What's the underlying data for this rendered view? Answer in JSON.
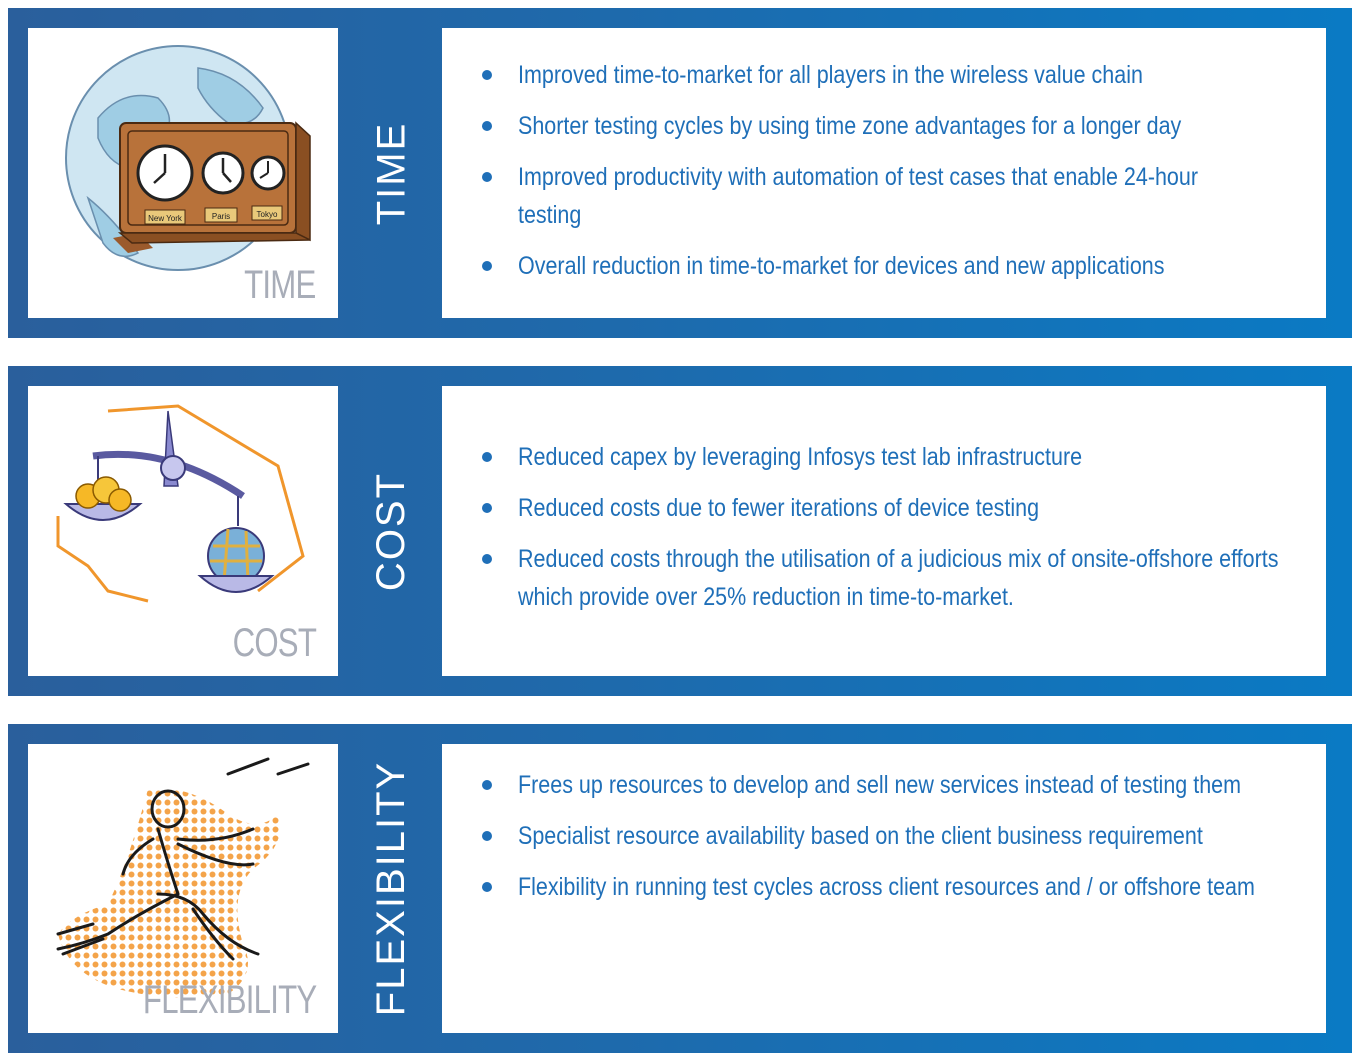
{
  "sections": [
    {
      "id": "time",
      "side_label": "TIME",
      "image_caption": "TIME",
      "clock_labels": [
        "New York",
        "Paris",
        "Tokyo"
      ],
      "points": [
        "Improved time-to-market for all players in the wireless value chain",
        "Shorter testing cycles by using time zone advantages for a longer day",
        "Improved productivity with automation of test cases that enable 24-hour testing",
        "Overall reduction in time-to-market for devices and new applications"
      ]
    },
    {
      "id": "cost",
      "side_label": "COST",
      "image_caption": "COST",
      "points": [
        "Reduced capex by leveraging Infosys test lab infrastructure",
        "Reduced costs due to fewer iterations of device testing",
        "Reduced costs through the utilisation of a judicious mix of onsite-offshore efforts which provide over 25% reduction in time-to-market."
      ]
    },
    {
      "id": "flexibility",
      "side_label": "FLEXIBILITY",
      "image_caption": "FLEXIBILITY",
      "points": [
        "Frees up resources to develop and sell new services instead of testing them",
        "Specialist resource availability based on the client business requirement",
        "Flexibility in running test cycles across client resources and / or offshore team"
      ]
    }
  ],
  "colors": {
    "band_dark": "#2a5f9c",
    "band_light": "#0a7ac4",
    "text_blue": "#1f6fb8",
    "caption_gray": "#a8adb8"
  }
}
